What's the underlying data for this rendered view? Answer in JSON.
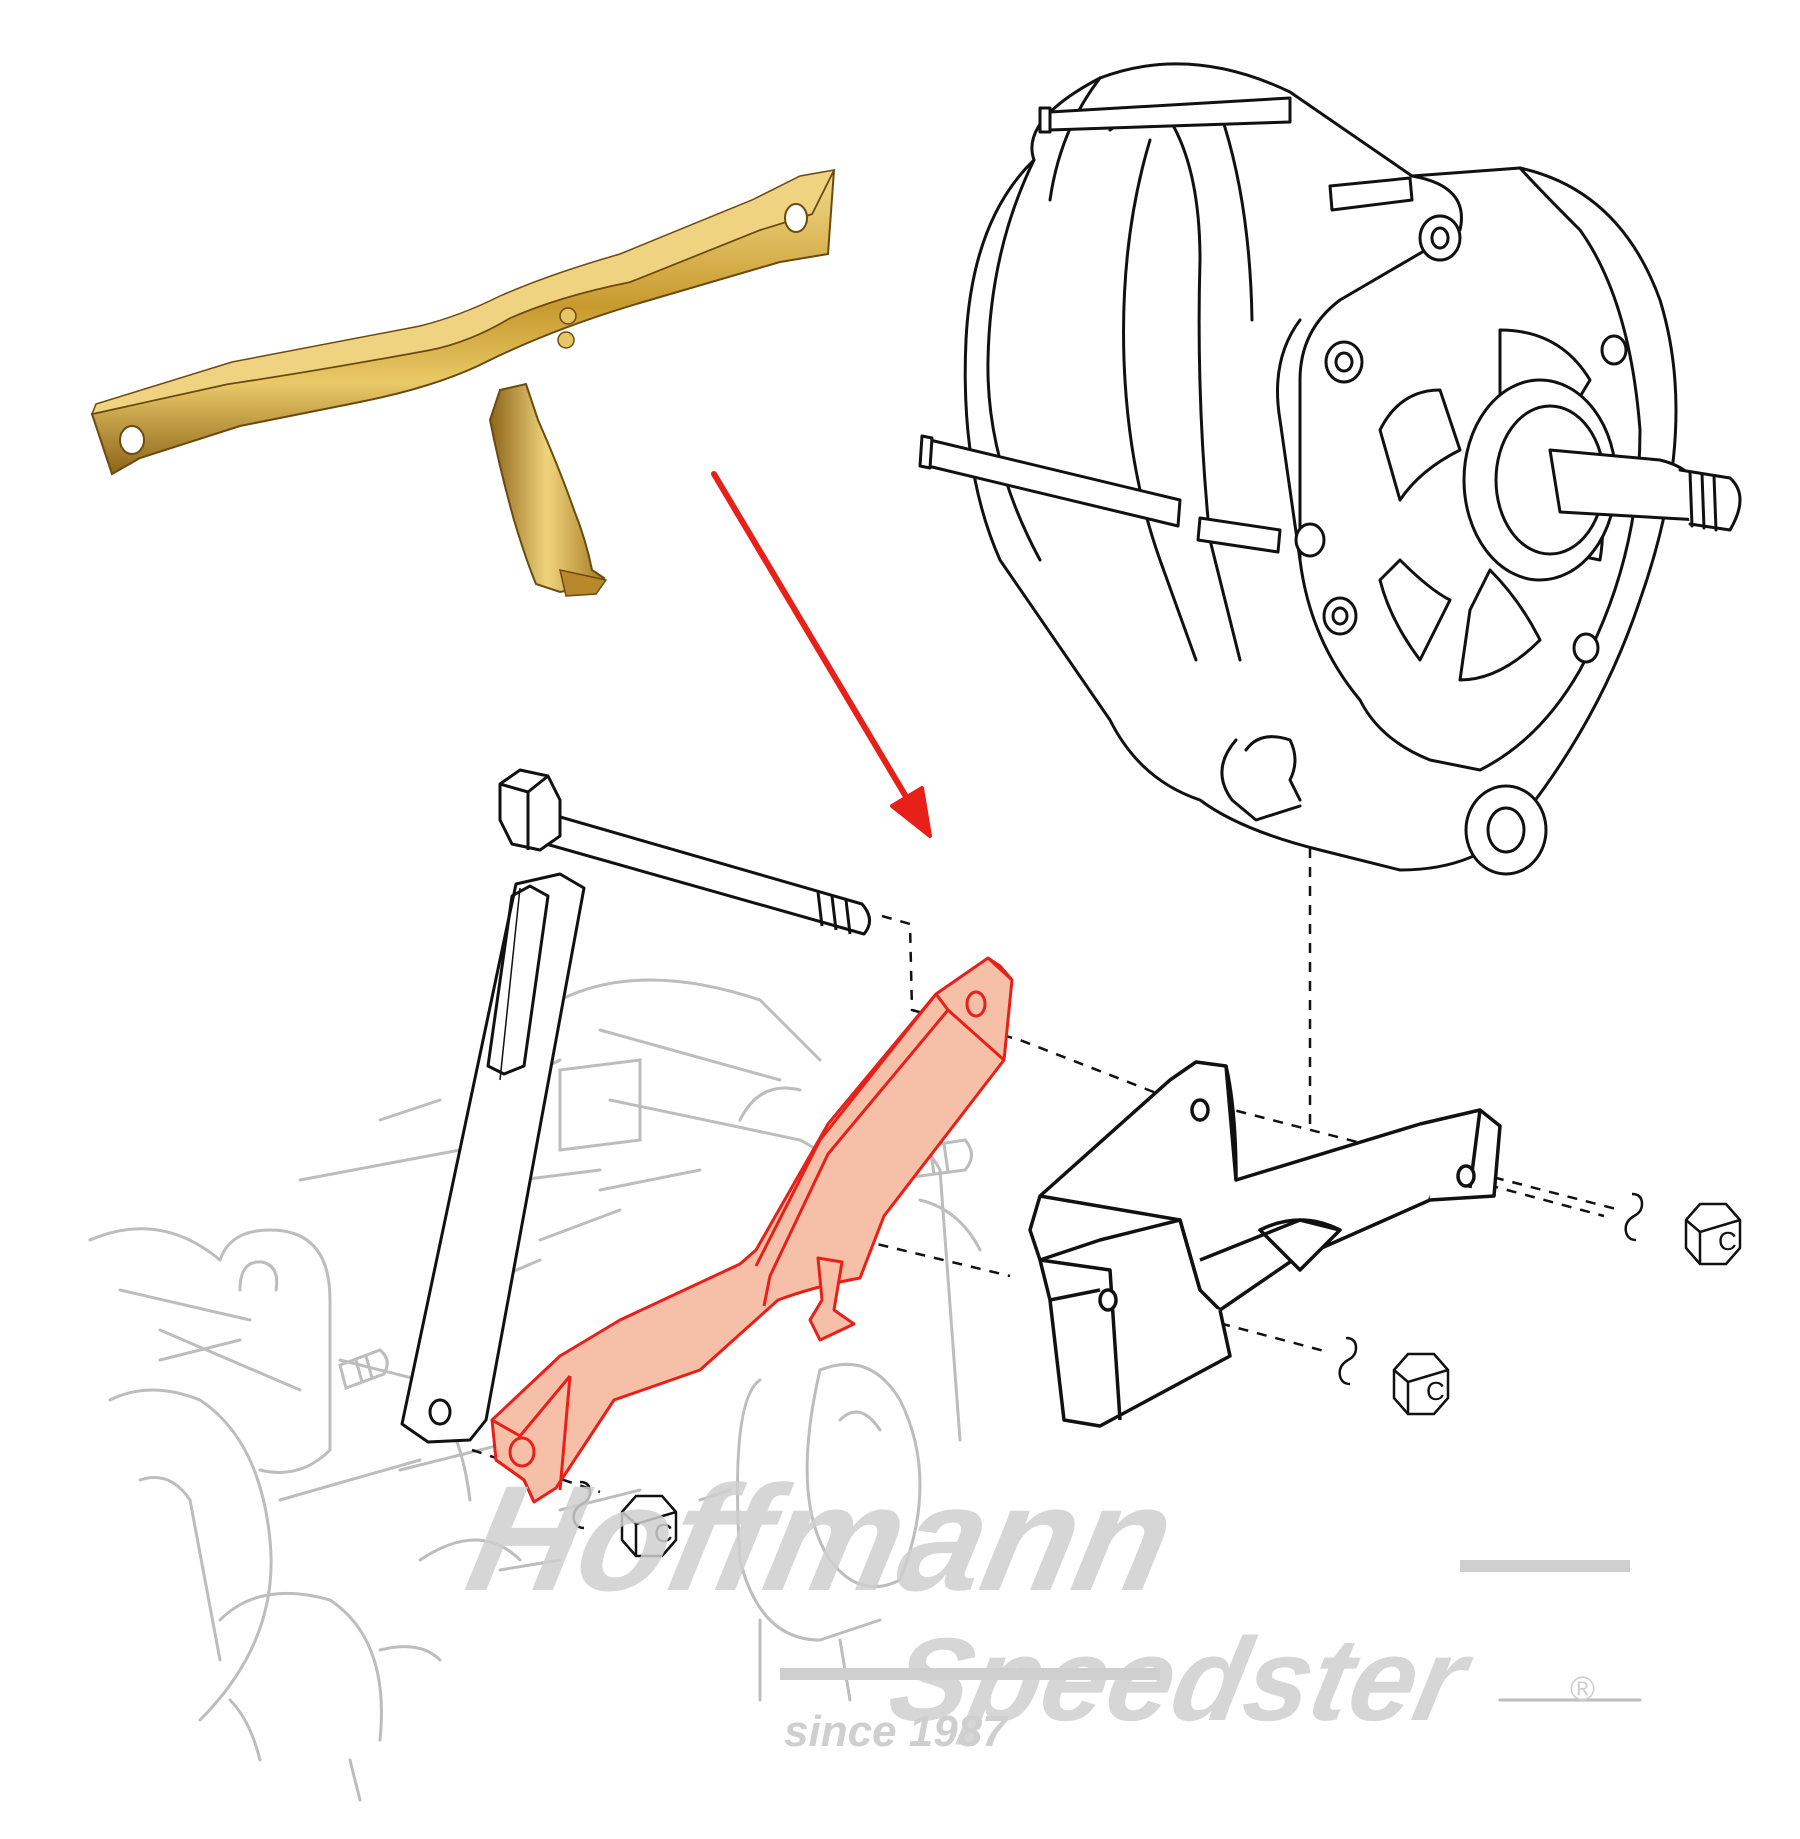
{
  "watermark": {
    "brand_top": "Hoffmann",
    "brand_bottom": "Speedster",
    "tagline": "since 1987",
    "registered": "®"
  },
  "colors": {
    "highlight_fill": "#f6bfa8",
    "highlight_stroke": "#e8201a",
    "arrow": "#e8201a",
    "line_art": "#111111",
    "ghost_line_art": "#bdbdbd",
    "bracket_gold": "#c79a2e",
    "watermark": "#cfcfcf"
  },
  "icons": {
    "nut": "hex-nut-icon",
    "washer": "spring-washer-icon"
  }
}
